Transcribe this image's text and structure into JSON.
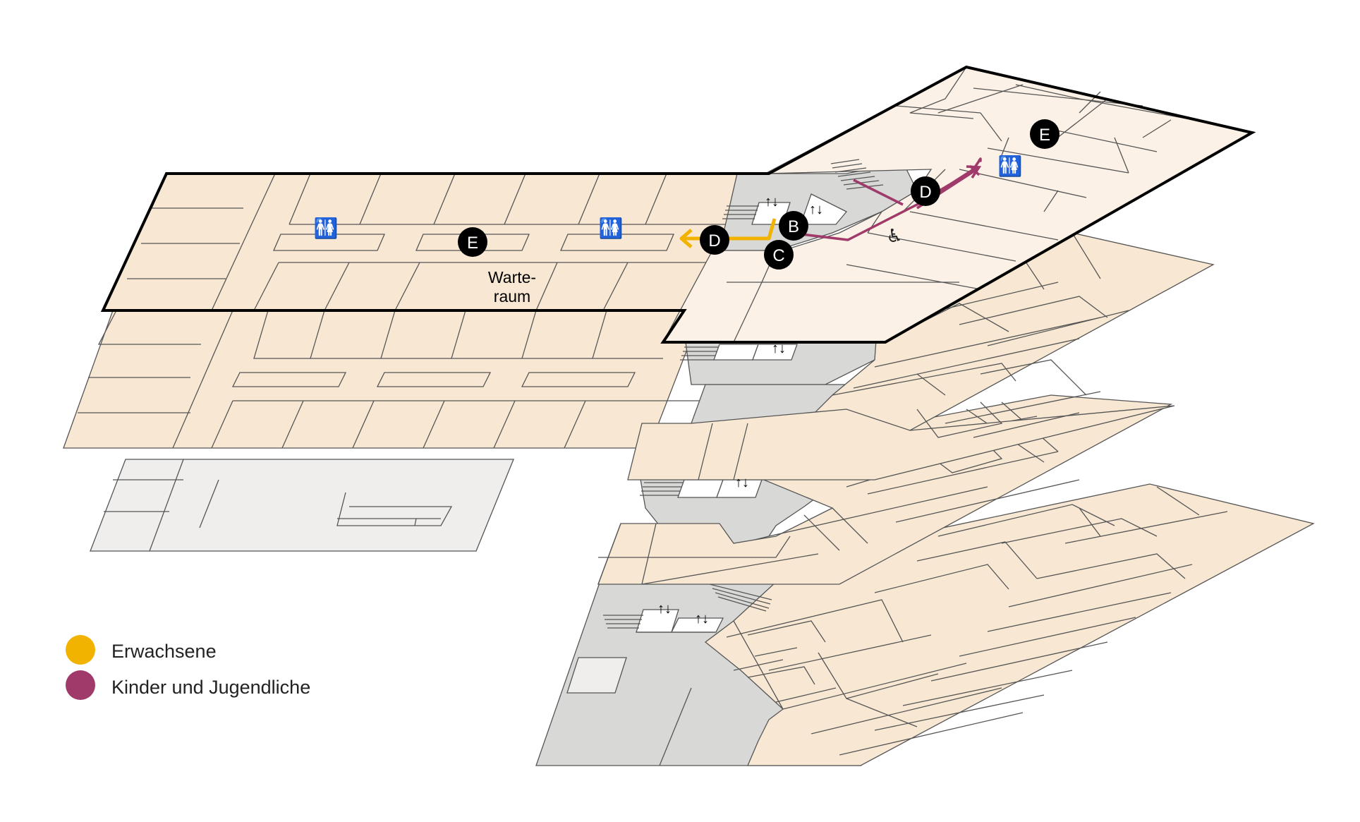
{
  "colors": {
    "room": "#f8e8d3",
    "room_light": "#fbf1e6",
    "corridor": "#d8d8d6",
    "basement": "#efeeec",
    "stroke": "#555555",
    "outline": "#000000",
    "adult_route": "#f2b200",
    "child_route": "#a03a6a",
    "marker": "#000000",
    "marker_text": "#ffffff"
  },
  "labels": {
    "waiting_room_line1": "Warte-",
    "waiting_room_line2": "raum"
  },
  "markers": {
    "b": "B",
    "c": "C",
    "d_adult": "D",
    "d_child": "D",
    "e_left": "E",
    "e_right": "E"
  },
  "icons": {
    "toilet": "toilet-icon",
    "elevator": "elevator-arrows-icon",
    "wheelchair": "wheelchair-icon",
    "stairs": "stairs-icon"
  },
  "symbols": {
    "elevator": "↑↓",
    "wheelchair": "♿",
    "toilet": "🚻"
  },
  "legend": [
    {
      "label": "Erwachsene",
      "color": "#f2b200"
    },
    {
      "label": "Kinder und Jugendliche",
      "color": "#a03a6a"
    }
  ]
}
